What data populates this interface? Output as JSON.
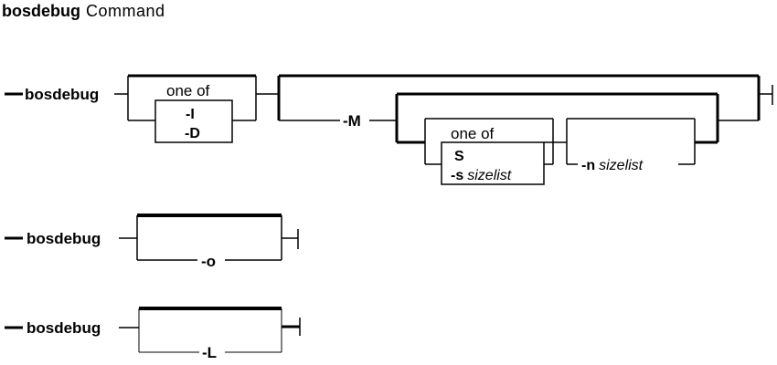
{
  "title": {
    "command": "bosdebug",
    "word": "Command"
  },
  "row1": {
    "command": "bosdebug",
    "group1": {
      "header": "one of",
      "options": [
        "-I",
        "-D"
      ]
    },
    "m_flag": "-M",
    "group2": {
      "header": "one of",
      "option_s_upper": "S",
      "option_s_flag": "-s",
      "option_s_arg": "sizelist"
    },
    "n_flag": "-n",
    "n_arg": "sizelist"
  },
  "row2": {
    "command": "bosdebug",
    "flag": "-o"
  },
  "row3": {
    "command": "bosdebug",
    "flag": "-L"
  }
}
